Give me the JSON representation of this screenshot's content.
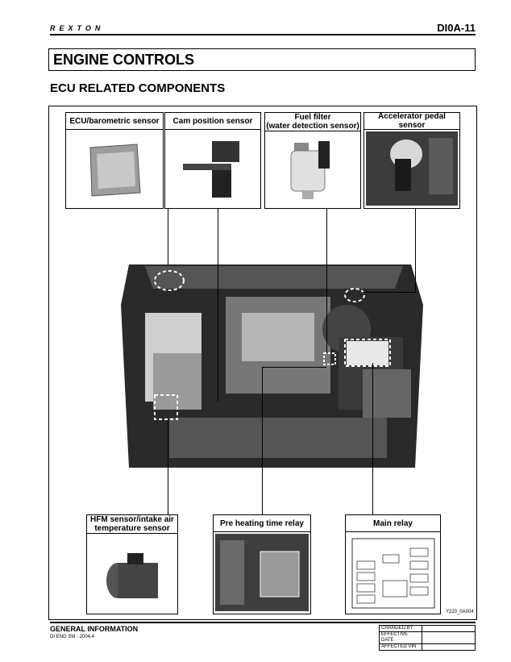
{
  "header": {
    "brand": "REXTON",
    "page_code": "DI0A-11"
  },
  "section": {
    "title": "ENGINE CONTROLS",
    "subtitle": "ECU RELATED COMPONENTS"
  },
  "components": {
    "ecu": "ECU/barometric sensor",
    "cam": "Cam position sensor",
    "fuel_line1": "Fuel filter",
    "fuel_line2": "(water detection sensor)",
    "accel": "Accelerator pedal sensor",
    "hfm_line1": "HFM sensor/intake air",
    "hfm_line2": "temperature sensor",
    "preheat": "Pre heating time relay",
    "mainrelay": "Main relay"
  },
  "figure_code": "Y220_0A004",
  "footer": {
    "title": "GENERAL INFORMATION",
    "subtitle": "DI ENG SM - 2004.4",
    "changed_by": "CHANGED BY",
    "effective_date": "EFFECTIVE DATE",
    "affected_vin": "AFFECTED VIN"
  }
}
